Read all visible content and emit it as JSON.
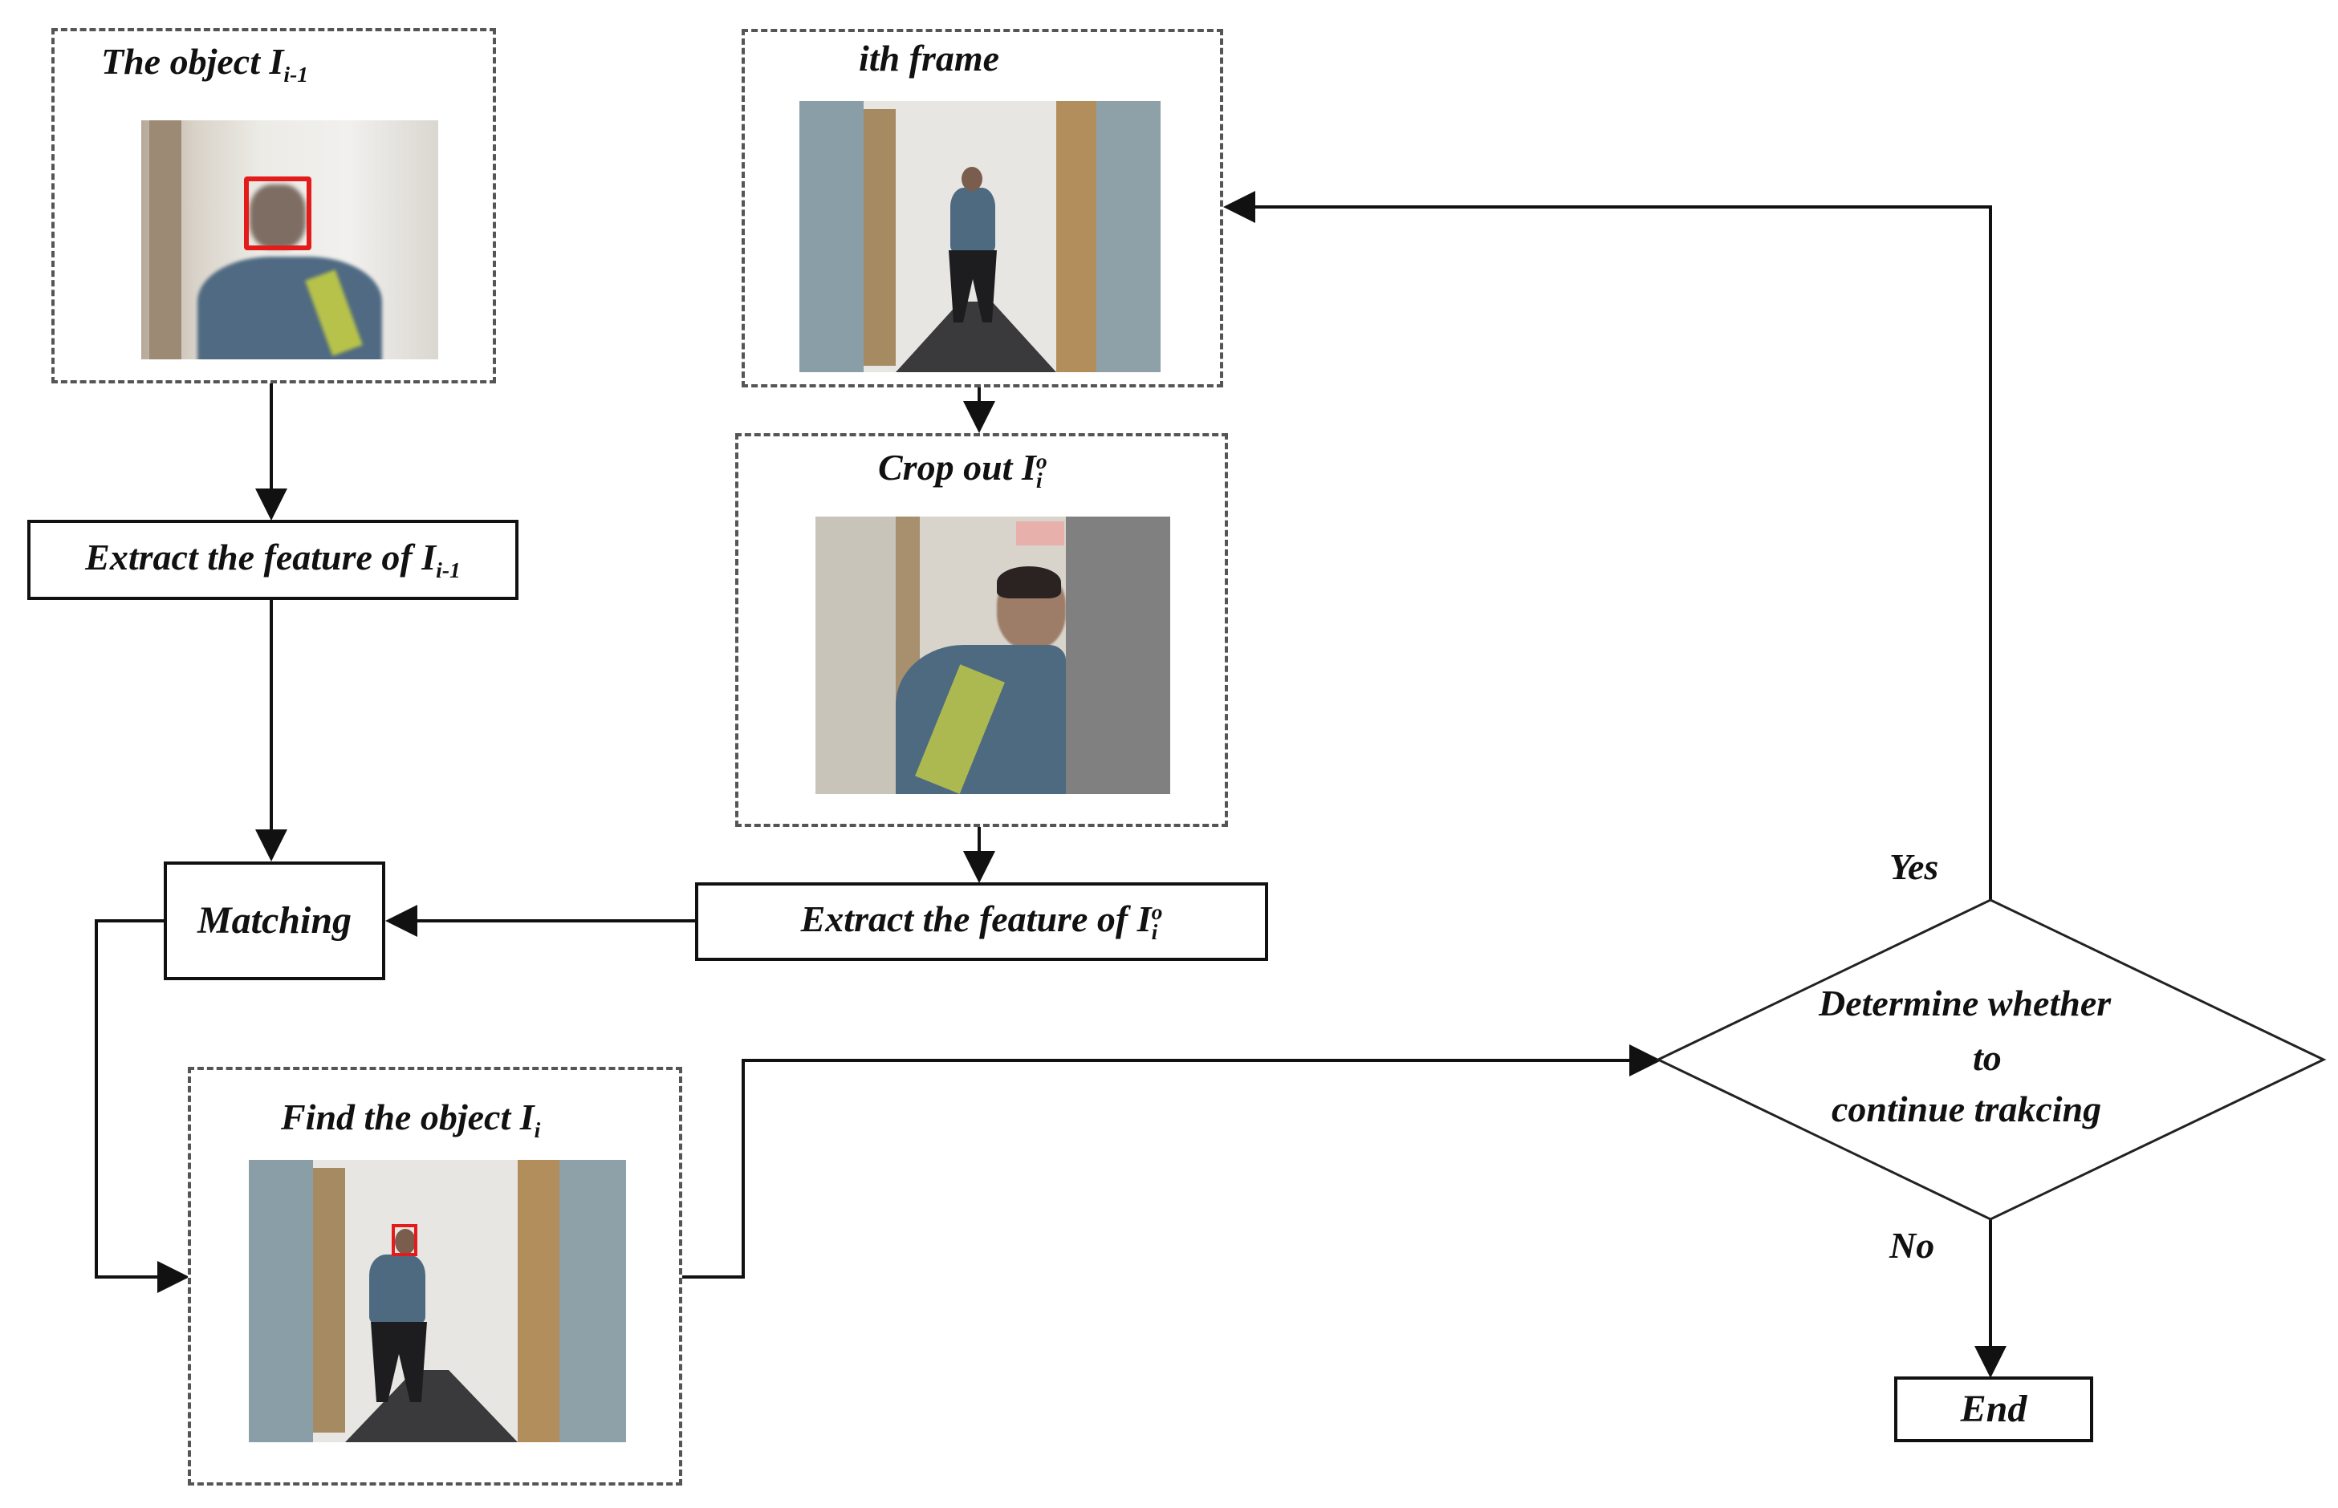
{
  "nodes": {
    "object_prev": {
      "title": "The object I",
      "sub": "i-1"
    },
    "ith_frame": {
      "title": "ith frame"
    },
    "crop_out": {
      "title": "Crop out I",
      "sub": "i",
      "sup": "o"
    },
    "extract_prev": {
      "text": "Extract the feature of  I",
      "sub": "i-1"
    },
    "extract_crop": {
      "text": "Extract the feature of  I",
      "sub": "i",
      "sup": "o"
    },
    "matching": {
      "text": "Matching"
    },
    "find_object": {
      "title": "Find the object I",
      "sub": "i"
    },
    "decision": {
      "line1": "Determine whether",
      "line2": "to",
      "line3": "continue trakcing"
    },
    "end": {
      "text": "End"
    }
  },
  "edges": {
    "yes": "Yes",
    "no": "No"
  },
  "colors": {
    "stroke": "#111111",
    "dashed": "#555555",
    "highlight": "#e31b1b"
  },
  "icons": {
    "photo_prev": "face-closeup-photo",
    "photo_frame": "hallway-photo",
    "photo_crop": "crop-photo",
    "photo_found": "hallway-photo"
  }
}
